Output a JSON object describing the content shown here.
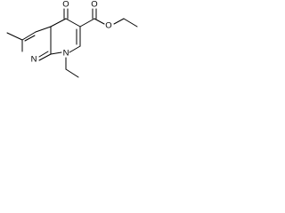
{
  "structure": {
    "atoms": {
      "ring_n8": "N",
      "ring_n1": "N",
      "keto_o": "O",
      "ester_carbonyl_o": "O",
      "ester_alkoxy_o": "O"
    },
    "colors": {
      "bond": "#000000",
      "label": "#000000",
      "background": "#ffffff"
    }
  }
}
